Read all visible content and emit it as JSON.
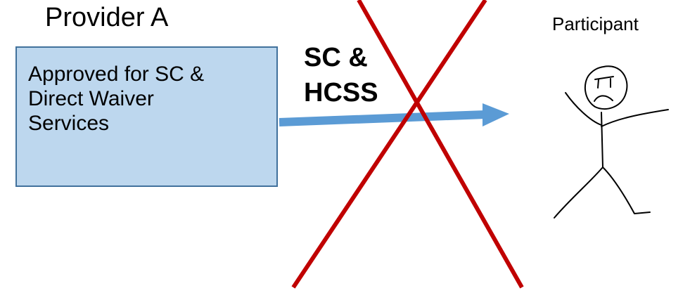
{
  "provider": {
    "title": "Provider A",
    "box_lines": [
      "Approved for SC &",
      "Direct Waiver",
      "Services"
    ]
  },
  "flow": {
    "label_lines": [
      "SC &",
      "HCSS"
    ]
  },
  "participant": {
    "label": "Participant"
  },
  "colors": {
    "box_fill": "#bdd7ee",
    "box_border": "#41719c",
    "arrow": "#5b9bd5",
    "cross": "#c00000"
  },
  "icons": [
    "stick-figure-sad-icon",
    "red-cross-icon",
    "right-arrow-icon"
  ]
}
